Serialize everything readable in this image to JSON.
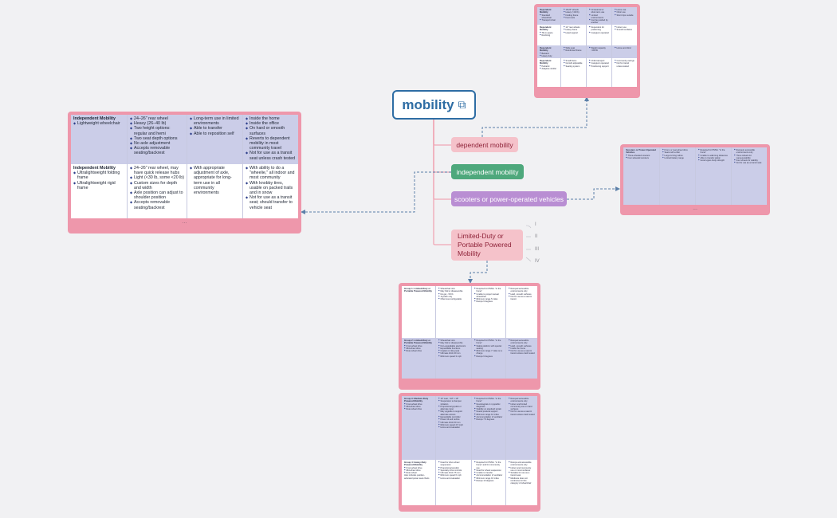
{
  "central": {
    "title": "mobility",
    "icon": "link-icon"
  },
  "branches": {
    "dependent": "dependent mobility",
    "independent": "independent mobility",
    "scooters": "scooters or power-operated vehicles",
    "limited": "Limited-Duty or Portable Powered Mobility"
  },
  "roman": [
    "I",
    "II",
    "III",
    "IV"
  ],
  "colors": {
    "central": "#2e6da4",
    "dep": "#f5c2ca",
    "ind": "#4ea87c",
    "sco": "#b98ed3",
    "note": "#ee97ab"
  },
  "left_note": {
    "row1": {
      "title": "Independent Mobility",
      "c1": [
        "Lightweight wheelchair"
      ],
      "c2": [
        "24–26\" rear wheel",
        "Heavy (26–40 lb)",
        "Two height options: regular and hemi",
        "Two seat depth options",
        "No axle adjustment",
        "Accepts removable seating/backrest"
      ],
      "c3": [
        "Long-term use in limited environments",
        "Able to transfer",
        "Able to reposition self"
      ],
      "c4": [
        "Inside the home",
        "Inside the office",
        "On hard or smooth surfaces",
        "Reverts to dependent mobility in most community travel",
        "Not for use as a transit seat unless crash tested"
      ]
    },
    "row2": {
      "title": "Independent Mobility",
      "c1": [
        "Ultralightweight folding frame",
        "Ultralightweight rigid frame"
      ],
      "c2": [
        "24–26\" rear wheel, may have quick release hubs",
        "Light (<30 lb, some <20 lb)",
        "Custom sizes for depth and width",
        "Axle position can adjust to shoulder position",
        "Accepts removable seating/backrest"
      ],
      "c3": [
        "With appropriate adjustment of axle, appropriate for long-term use in all community environments"
      ],
      "c4": [
        "With ability to do a \"wheelie,\" all indoor and most community",
        "With knobby tires, usable on packed trails and in snow",
        "Not for use as a transit seat; should transfer to vehicle seat"
      ]
    },
    "more": "..."
  },
  "tr_note": {
    "r1": [
      [
        "Dependent Mobility",
        "Standard wheelchair",
        "Transport chair"
      ],
      [
        "18-20\" wheels",
        "Heavy (>40 lb)",
        "Folding frame",
        "Foot rests"
      ],
      [
        "Occasional or short-term use",
        "Limited environments",
        "Can be pushed by another"
      ],
      [
        "Home use",
        "Clinic use",
        "Short trips outside"
      ]
    ],
    "r2": [
      [
        "Dependent Mobility",
        "Tilt-in-space",
        "Reclining"
      ],
      [
        "12\" rear wheels",
        "Heavy frame",
        "Head support"
      ],
      [
        "Dependent for positioning",
        "Caregiver operated"
      ],
      [
        "Indoor use",
        "Smooth surfaces"
      ]
    ],
    "r3": [
      [
        "Dependent Mobility",
        "Bariatric",
        "Heavy duty"
      ],
      [
        "Wide seat",
        "Reinforced frame"
      ],
      [
        "Weight capacity >300 lb"
      ],
      [
        "Home and clinic"
      ]
    ],
    "r4": [
      [
        "Dependent Mobility",
        "Pediatric",
        "Adaptive stroller"
      ],
      [
        "Small frame",
        "Growth adjustable",
        "Seating system"
      ],
      [
        "Child transport",
        "Caregiver operated",
        "Positioning support"
      ],
      [
        "Community outings",
        "Not for transit unless tested"
      ]
    ]
  },
  "r_note": {
    "c1": [
      "Scooters or Power-Operated Vehicles",
      "Three-wheeled scooters",
      "Four-wheeled scooters"
    ],
    "c2": [
      "Front- or rear-wheel drive",
      "Seats with a tiller",
      "Large turning radius",
      "Limited battery range"
    ],
    "c3": [
      "Required for PMVA: \"in the home\"",
      "Unable to walk long distances",
      "Able to transfer safely",
      "Good upper-body strength"
    ],
    "c4": [
      "Ramped, accessible environments only",
      "Three wheels for maneuverability",
      "Four wheels for stability",
      "Not for use as a transit seat"
    ],
    "more": "..."
  },
  "m1_note": {
    "r1": [
      [
        "Group 1: Limited-Duty or Portable Powered Mobility"
      ],
      [
        "Wheelchair size",
        "May fold or disassemble",
        "No gel, <15 lb",
        "Joystick only",
        "Often less configurable"
      ],
      [
        "Required for PMVA: \"in the home\"",
        "Unable to propel manual wheelchair",
        "Minimum range 5 miles",
        "Ramps 6 degrees"
      ],
      [
        "Ramped accessible environments only",
        "Hard, smooth surfaces",
        "Not for use as a seat in transit"
      ]
    ],
    "r2": [
      [
        "Group 2: Limited-Duty or Portable Powered Mobility",
        "Front-wheel drive",
        "Mid-wheel drive",
        "Rear-wheel drive"
      ],
      [
        "Wheelchair size",
        "May fold or disassemble",
        "Non-upgradable electronics",
        "Expandable functions",
        "Captain or sling seat",
        "Ultimate climb 40 mm",
        "Minimum speed 3 mph"
      ],
      [
        "Required for PMVA: \"in the home\"",
        "Stable platform with special seating",
        "Minimum range 7 miles on a charge",
        "Ramps 6 degrees"
      ],
      [
        "Ramped accessible environments only",
        "Hard, smooth surfaces",
        "Inside the home",
        "Not for use as a seat in transit unless crash tested"
      ]
    ]
  },
  "m2_note": {
    "r1": [
      [
        "Group 3: Medium-Duty Powered Mobility",
        "Front-wheel drive",
        "Mid-wheel drive",
        "Rear-wheel drive"
      ],
      [
        "16\" seat, >18\" x 18\"",
        "Suspension to dampen vibration",
        "Proportional joystick or alternate input",
        "May upgrade to support alternate access",
        "Expandable controller",
        "Power tilt and recline",
        "Ultimate climb 60 mm",
        "Minimum speed 4.5 mph",
        "Home and evaluation"
      ],
      [
        "Required for PMVA: \"in the home\"",
        "Neurological or myopathic diagnosis",
        "Stability on standard terrain",
        "Needs postural support",
        "Minimum range 12 miles",
        "Accommodation of ventilator",
        "Ramps 7.5 degrees"
      ],
      [
        "Ramped accessible environments only",
        "Indoor and limited community use on hard surfaces",
        "Not for use as a seat in transit unless crash tested"
      ]
    ],
    "r2": [
      [
        "Group 4: Heavy-Duty Powered Mobility",
        "Front-wheel drive",
        "Mid-wheel drive",
        "Rear-wheel",
        "Also includes position-activated power seat chairs"
      ],
      [
        "Need for drive wheel suspension",
        "Proportional joystick",
        "Specialty drive controls",
        "Ultimate climb 75 mm",
        "Minimum speed 6 mph",
        "Home and evaluation"
      ],
      [
        "Required for PMVA: \"in the home\" and for community use",
        "Need for wheel suspension",
        "Unable to transfer",
        "Accommodation of ventilator",
        "Minimum range 16 miles",
        "Ramps 10 degrees"
      ],
      [
        "Ramps and accessible environments only",
        "Indoor and community use on most surfaces",
        "Suitable for use as a transit seat",
        "Medicare does not reimburse for this category of wheelchair"
      ]
    ]
  }
}
